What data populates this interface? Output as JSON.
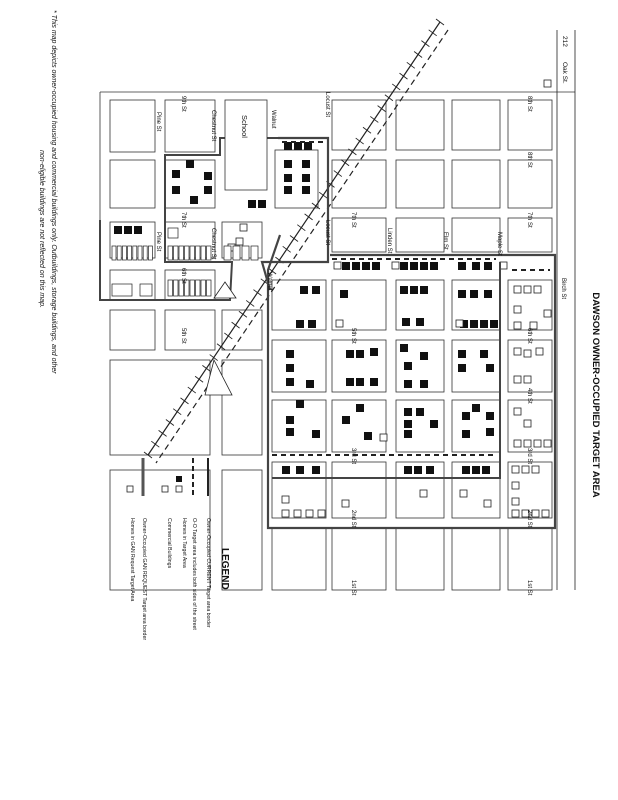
{
  "title": "DAWSON OWNER-OCCUPIED TARGET AREA",
  "footnote": {
    "line1": "* This map depicts owner-occupied housing and commercial buildings only. Outbuildings, storage buildings, and other",
    "line2": "non-eligible buildings are not reflected on this map."
  },
  "legend": {
    "heading": "LEGEND",
    "items": [
      "Owner-Occupied CURRENT Target area border",
      "O-O Target area includes both sides of the street",
      "Homes in Target Area",
      "Commercial Buildings",
      "Owner-Occupied GAN REQUEST Target area border",
      "Homes in GAN Request Target Area"
    ]
  },
  "highway": {
    "number": "212",
    "label": "Oak St."
  },
  "streets": {
    "st_1": "1st St",
    "st_2": "2nd St",
    "st_3": "3rd St",
    "st_4": "4th St",
    "st_5": "5th St",
    "st_6": "6th St",
    "st_7": "7th St",
    "st_8": "8th St",
    "st_9": "9th St",
    "pine": "Pine St",
    "chestnut": "Chestnut St",
    "walnut": "Walnut",
    "locust": "Locust St",
    "linden": "Linden St",
    "elm": "Elm St",
    "maple": "Maple St",
    "birch": "Birch St"
  },
  "places": {
    "school": "School"
  },
  "colors": {
    "ink": "#222222",
    "border": "#555555",
    "paper": "#ffffff"
  }
}
